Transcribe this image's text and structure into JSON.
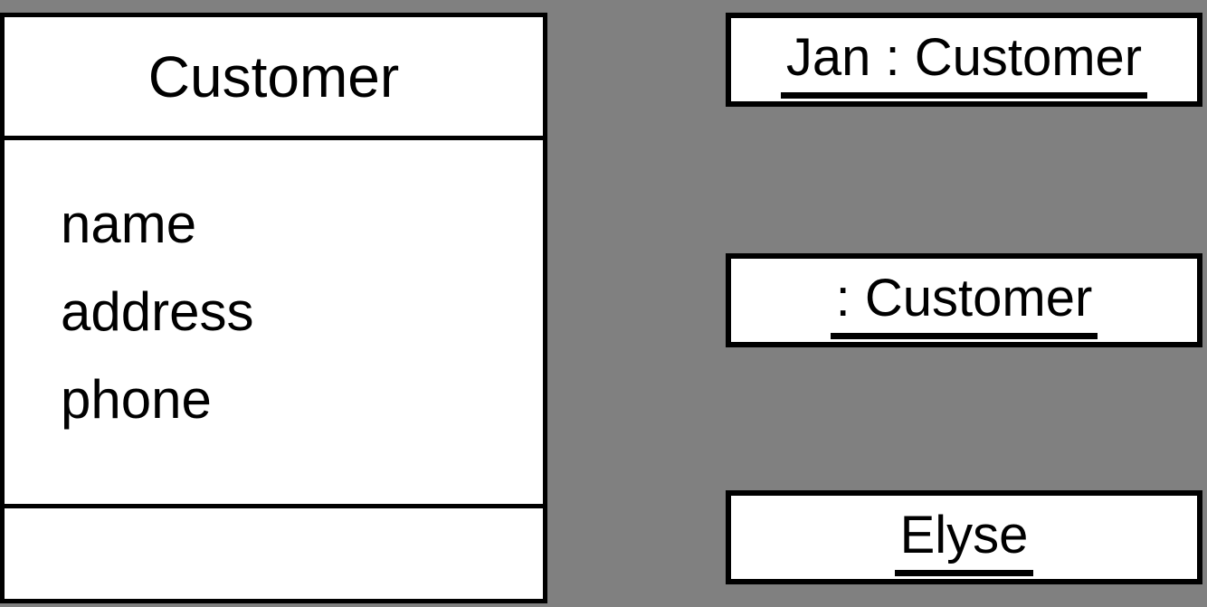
{
  "diagram": {
    "kind": "uml-class-and-object-diagram",
    "background_color": "#808080",
    "shape_fill_color": "#ffffff",
    "line_color": "#000000"
  },
  "class_box": {
    "name": "Customer",
    "attributes": [
      "name",
      "address",
      "phone"
    ],
    "methods_text": ""
  },
  "object_boxes": [
    {
      "label": "Jan : Customer"
    },
    {
      "label": ": Customer"
    },
    {
      "label": "Elyse"
    }
  ]
}
